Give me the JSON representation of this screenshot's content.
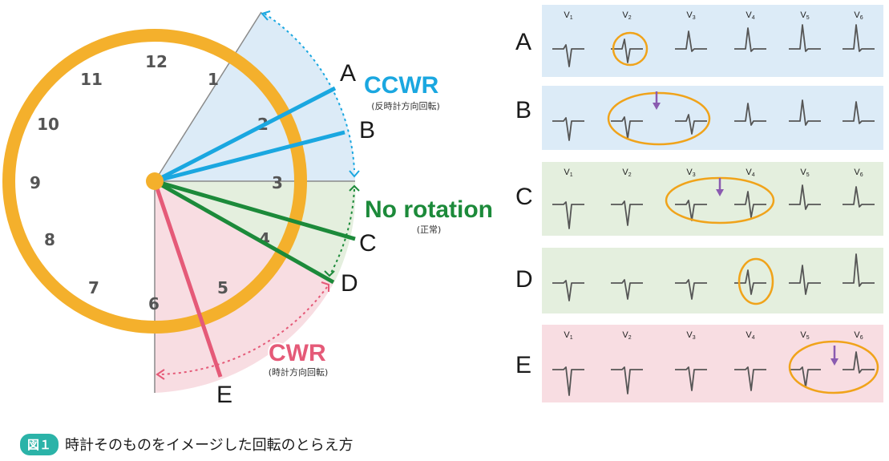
{
  "clock": {
    "numbers": [
      "12",
      "1",
      "2",
      "3",
      "4",
      "5",
      "6",
      "7",
      "8",
      "9",
      "10",
      "11"
    ]
  },
  "axis_letters": [
    "A",
    "B",
    "C",
    "D",
    "E"
  ],
  "labels": {
    "ccwr": "CCWR",
    "ccwr_sub": "(反時計方向回転)",
    "no_rotation": "No rotation",
    "no_rotation_sub": "(正常)",
    "cwr": "CWR",
    "cwr_sub": "(時計方向回転)"
  },
  "colors": {
    "clock_ring": "#f4b02c",
    "ccwr": "#1aa7e0",
    "no_rotation": "#1c8a3a",
    "cwr": "#e55a78",
    "highlight": "#f0a31a",
    "arrow": "#8a5bb0"
  },
  "ecg_panel": {
    "rows": [
      {
        "label": "A"
      },
      {
        "label": "B"
      },
      {
        "label": "C"
      },
      {
        "label": "D"
      },
      {
        "label": "E"
      }
    ],
    "lead_base": "V",
    "lead_subs": [
      "1",
      "2",
      "3",
      "4",
      "5",
      "6"
    ]
  },
  "caption": {
    "badge": "図１",
    "text": "時計そのものをイメージした回転のとらえ方"
  }
}
